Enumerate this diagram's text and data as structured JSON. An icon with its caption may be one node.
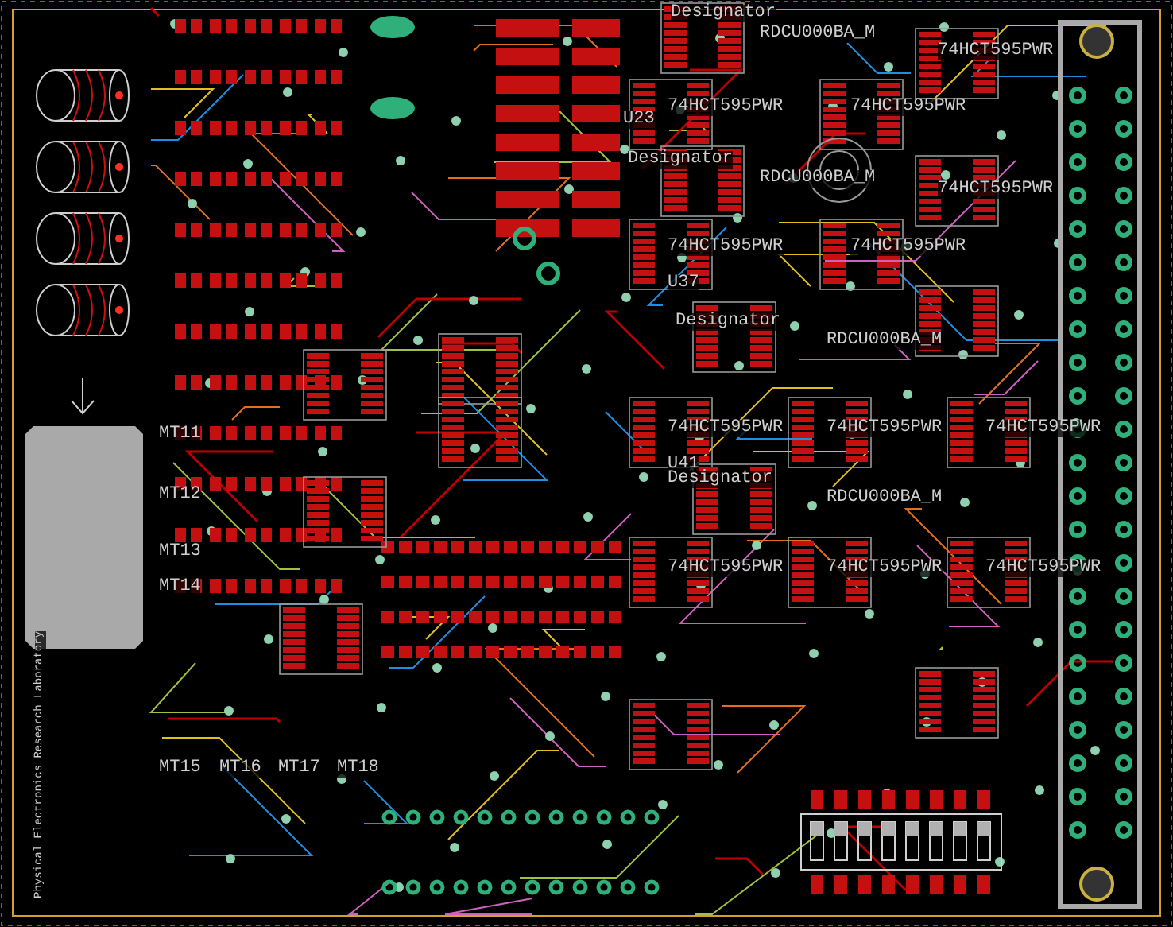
{
  "diagram": {
    "labels": [
      "Designator",
      "RDCU000BA_M",
      "74HCT595PWR",
      "U23",
      "74HCT595PWR",
      "74HCT595PWR",
      "Designator",
      "RDCU000BA_M",
      "74HCT595PWR",
      "74HCT595PWR",
      "74HCT595PWR",
      "U37",
      "Designator",
      "RDCU000BA_M",
      "74HCT595PWR",
      "74HCT595PWR",
      "74HCT595PWR",
      "U41",
      "Designator",
      "RDCU000BA_M",
      "74HCT595PWR",
      "74HCT595PWR",
      "74HCT595PWR",
      "MT11",
      "MT12",
      "MT13",
      "MT14",
      "MT15",
      "MT16",
      "MT17",
      "MT18",
      "Physical Electronics Research Laboratory"
    ]
  }
}
